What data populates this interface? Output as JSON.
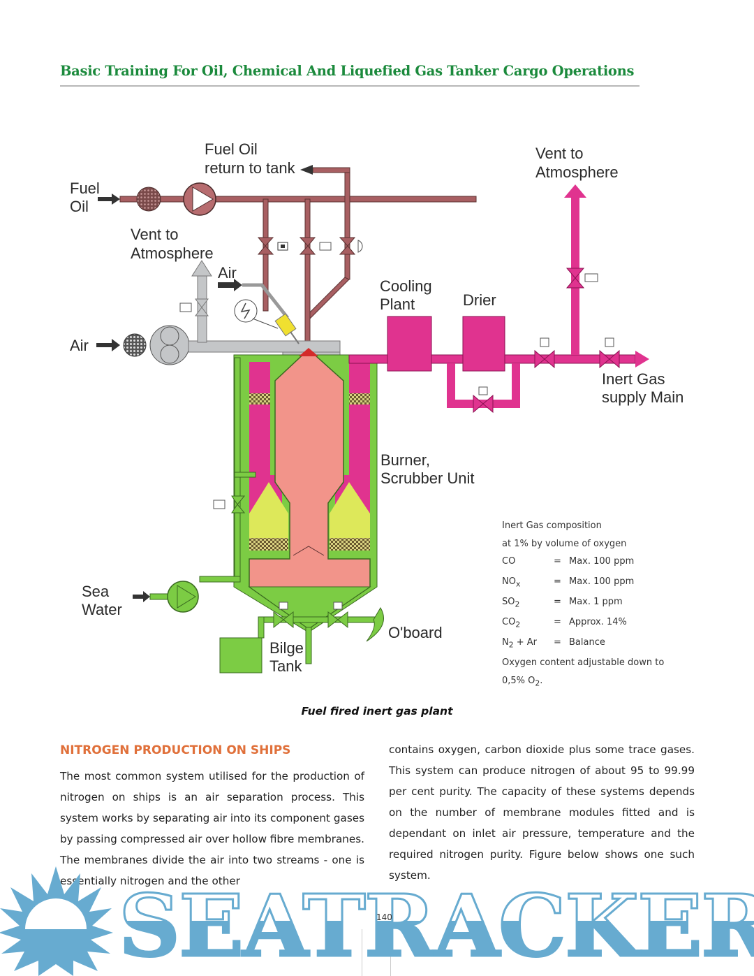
{
  "header": {
    "title": "Basic Training For Oil, Chemical And Liquefied Gas Tanker Cargo Operations"
  },
  "diagram": {
    "labels": {
      "fuel_oil": [
        "Fuel",
        "Oil"
      ],
      "fuel_oil_return": [
        "Fuel Oil",
        "return to tank"
      ],
      "vent_left": [
        "Vent to",
        "Atmosphere"
      ],
      "air_igniter": "Air",
      "air_blower": "Air",
      "cooling_plant": [
        "Cooling",
        "Plant"
      ],
      "drier": "Drier",
      "vent_right": [
        "Vent to",
        "Atmosphere"
      ],
      "inert_gas_main": [
        "Inert Gas",
        "supply Main"
      ],
      "burner_scrubber": [
        "Burner,",
        "Scrubber Unit"
      ],
      "sea_water": [
        "Sea",
        "Water"
      ],
      "bilge_tank": [
        "Bilge",
        "Tank"
      ],
      "overboard": "O'board"
    },
    "colors": {
      "fuel_line": "#a85f62",
      "air_line": "#c4c6c8",
      "water_line": "#7ccc44",
      "gas_line": "#e0338f",
      "combustion": "#f2948a",
      "scrubber_spray": "#dde85a",
      "igniter": "#f0e030"
    },
    "composition": {
      "title": "Inert Gas composition",
      "subtitle": "at 1% by volume of oxygen",
      "rows": [
        {
          "gas": "CO",
          "sub": "",
          "value": "Max. 100 ppm"
        },
        {
          "gas": "NO",
          "sub": "x",
          "value": "Max. 100 ppm"
        },
        {
          "gas": "SO",
          "sub": "2",
          "value": "Max. 1 ppm"
        },
        {
          "gas": "CO",
          "sub": "2",
          "value": "Approx. 14%"
        },
        {
          "gas": "N",
          "sub": "2",
          "suffix": " + Ar",
          "value": "Balance"
        }
      ],
      "note": "Oxygen content adjustable down to",
      "note2_prefix": "0,5% O",
      "note2_sub": "2",
      "note2_suffix": "."
    },
    "caption": "Fuel fired inert gas plant"
  },
  "section": {
    "heading": "NITROGEN PRODUCTION ON SHIPS",
    "col1": "The most common system utilised for the production of nitrogen on ships is an air separation process.  This system works by separating air into its component gases by passing compressed air over hollow fibre membranes.  The membranes divide the air into two streams - one is essentially nitrogen and the other",
    "col2": "contains oxygen, carbon dioxide plus some trace gases. This system can produce nitrogen of about 95 to 99.99 per cent purity.  The capacity of these systems depends on the number of membrane modules fitted and is dependant on inlet air pressure, temperature and the required nitrogen purity. Figure below shows one such system."
  },
  "page_number": "140",
  "watermark": {
    "text": "SEATRACKER.RU",
    "color": "#67abd0"
  }
}
